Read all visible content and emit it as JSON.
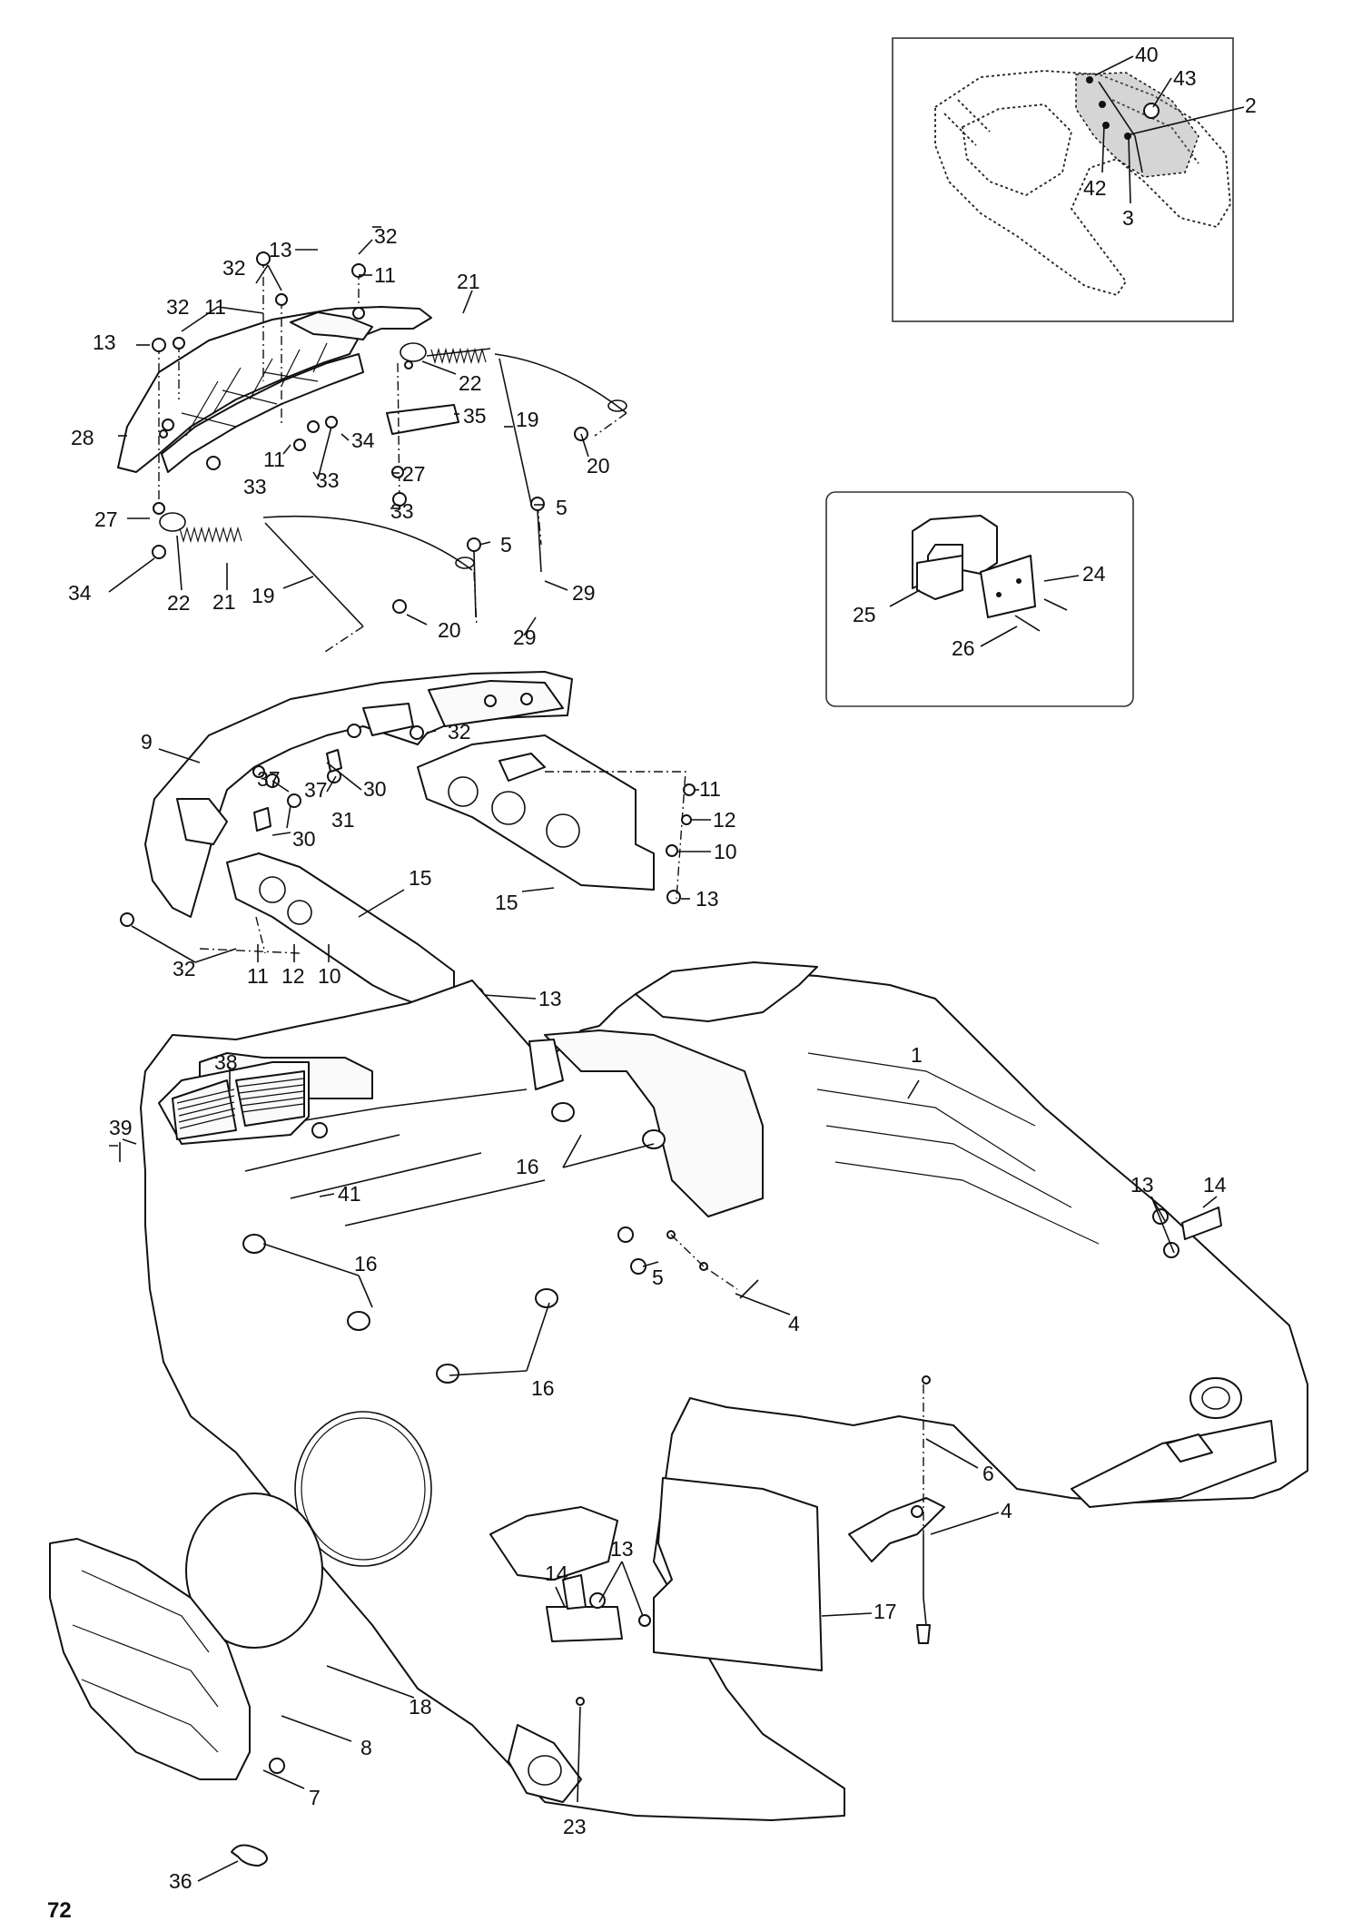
{
  "page": {
    "number": "72"
  },
  "callouts": [
    {
      "id": "c40",
      "text": "40"
    },
    {
      "id": "c43",
      "text": "43"
    },
    {
      "id": "c2",
      "text": "2"
    },
    {
      "id": "c42",
      "text": "42"
    },
    {
      "id": "c3",
      "text": "3"
    },
    {
      "id": "c24",
      "text": "24"
    },
    {
      "id": "c25",
      "text": "25"
    },
    {
      "id": "c26",
      "text": "26"
    },
    {
      "id": "c13a",
      "text": "13"
    },
    {
      "id": "c32a",
      "text": "32"
    },
    {
      "id": "c32b",
      "text": "32"
    },
    {
      "id": "c11a",
      "text": "11"
    },
    {
      "id": "c21a",
      "text": "21"
    },
    {
      "id": "c32c",
      "text": "32"
    },
    {
      "id": "c11b",
      "text": "11"
    },
    {
      "id": "c13b",
      "text": "13"
    },
    {
      "id": "c22a",
      "text": "22"
    },
    {
      "id": "c35",
      "text": "35"
    },
    {
      "id": "c19a",
      "text": "19"
    },
    {
      "id": "c28",
      "text": "28"
    },
    {
      "id": "c34a",
      "text": "34"
    },
    {
      "id": "c20a",
      "text": "20"
    },
    {
      "id": "c11c",
      "text": "11"
    },
    {
      "id": "c33a",
      "text": "33"
    },
    {
      "id": "c33b",
      "text": "33"
    },
    {
      "id": "c27a",
      "text": "27"
    },
    {
      "id": "c5a",
      "text": "5"
    },
    {
      "id": "c27b",
      "text": "27"
    },
    {
      "id": "c33c",
      "text": "33"
    },
    {
      "id": "c5b",
      "text": "5"
    },
    {
      "id": "c34b",
      "text": "34"
    },
    {
      "id": "c22b",
      "text": "22"
    },
    {
      "id": "c21b",
      "text": "21"
    },
    {
      "id": "c19b",
      "text": "19"
    },
    {
      "id": "c29a",
      "text": "29"
    },
    {
      "id": "c20b",
      "text": "20"
    },
    {
      "id": "c29b",
      "text": "29"
    },
    {
      "id": "c32d",
      "text": "32"
    },
    {
      "id": "c9",
      "text": "9"
    },
    {
      "id": "c37a",
      "text": "37"
    },
    {
      "id": "c37b",
      "text": "37"
    },
    {
      "id": "c30a",
      "text": "30"
    },
    {
      "id": "c11d",
      "text": "11"
    },
    {
      "id": "c31",
      "text": "31"
    },
    {
      "id": "c12a",
      "text": "12"
    },
    {
      "id": "c30b",
      "text": "30"
    },
    {
      "id": "c10a",
      "text": "10"
    },
    {
      "id": "c15a",
      "text": "15"
    },
    {
      "id": "c15b",
      "text": "15"
    },
    {
      "id": "c13c",
      "text": "13"
    },
    {
      "id": "c32e",
      "text": "32"
    },
    {
      "id": "c13d",
      "text": "13"
    },
    {
      "id": "c11e",
      "text": "11"
    },
    {
      "id": "c12b",
      "text": "12"
    },
    {
      "id": "c10b",
      "text": "10"
    },
    {
      "id": "c1",
      "text": "1"
    },
    {
      "id": "c38",
      "text": "38"
    },
    {
      "id": "c39",
      "text": "39"
    },
    {
      "id": "c16a",
      "text": "16"
    },
    {
      "id": "c41",
      "text": "41"
    },
    {
      "id": "c13e",
      "text": "13"
    },
    {
      "id": "c14a",
      "text": "14"
    },
    {
      "id": "c16b",
      "text": "16"
    },
    {
      "id": "c5c",
      "text": "5"
    },
    {
      "id": "c4a",
      "text": "4"
    },
    {
      "id": "c16c",
      "text": "16"
    },
    {
      "id": "c6",
      "text": "6"
    },
    {
      "id": "c4b",
      "text": "4"
    },
    {
      "id": "c14b",
      "text": "14"
    },
    {
      "id": "c13f",
      "text": "13"
    },
    {
      "id": "c17",
      "text": "17"
    },
    {
      "id": "c18",
      "text": "18"
    },
    {
      "id": "c8",
      "text": "8"
    },
    {
      "id": "c7",
      "text": "7"
    },
    {
      "id": "c23",
      "text": "23"
    },
    {
      "id": "c36",
      "text": "36"
    }
  ]
}
